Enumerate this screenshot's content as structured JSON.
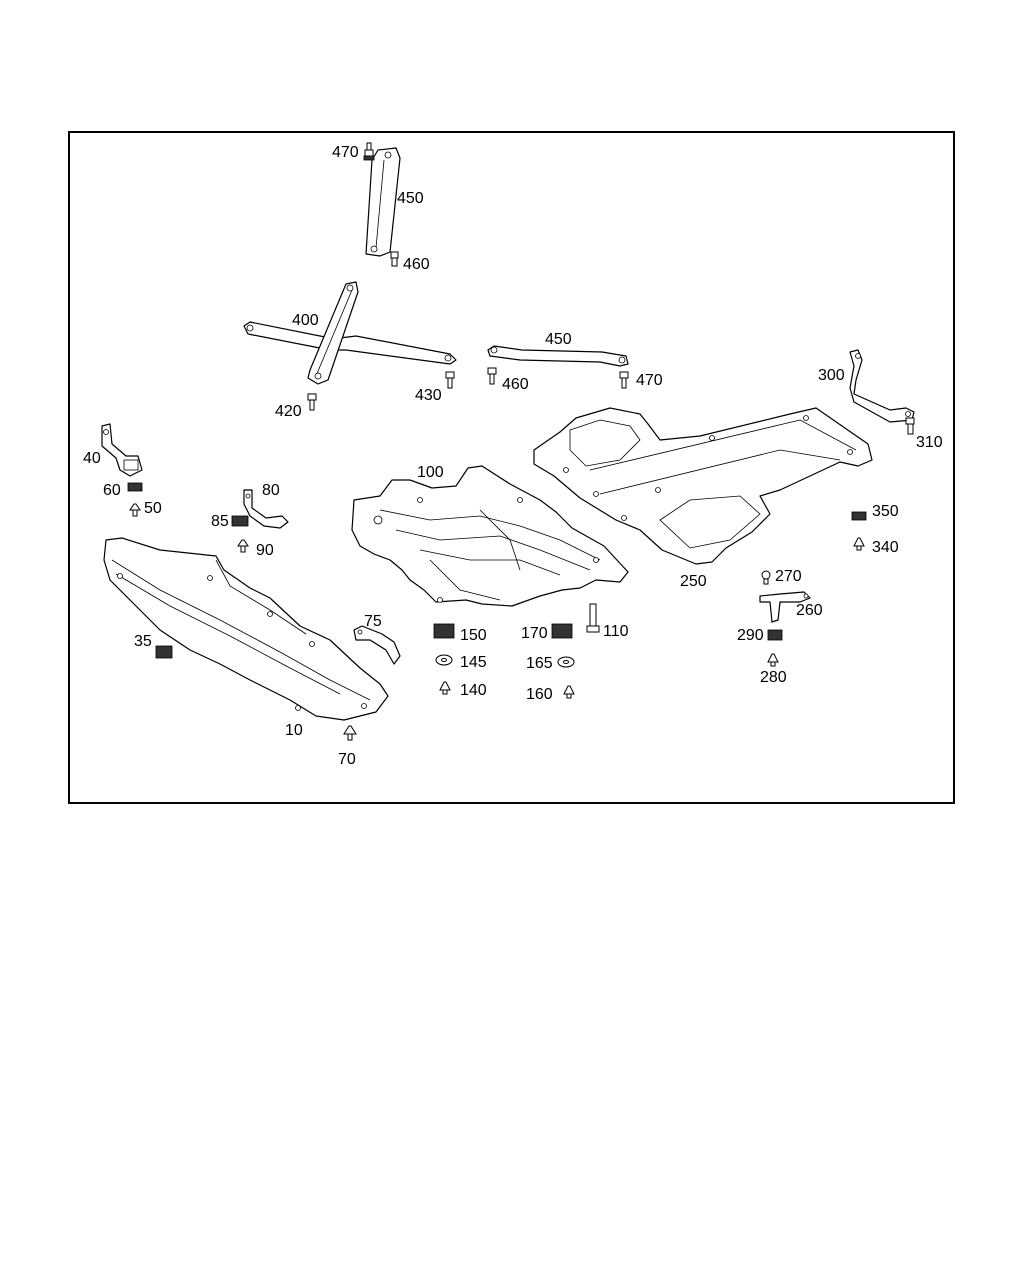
{
  "callouts": {
    "c470a": "470",
    "c450a": "450",
    "c460a": "460",
    "c400": "400",
    "c420": "420",
    "c430": "430",
    "c450b": "450",
    "c460b": "460",
    "c470b": "470",
    "c300": "300",
    "c310": "310",
    "c40": "40",
    "c60": "60",
    "c50": "50",
    "c80": "80",
    "c85": "85",
    "c90": "90",
    "c100": "100",
    "c250": "250",
    "c350": "350",
    "c340": "340",
    "c270": "270",
    "c260": "260",
    "c290": "290",
    "c280": "280",
    "c35": "35",
    "c75": "75",
    "c150": "150",
    "c145": "145",
    "c140": "140",
    "c170": "170",
    "c110": "110",
    "c165": "165",
    "c160": "160",
    "c10": "10",
    "c70": "70"
  }
}
